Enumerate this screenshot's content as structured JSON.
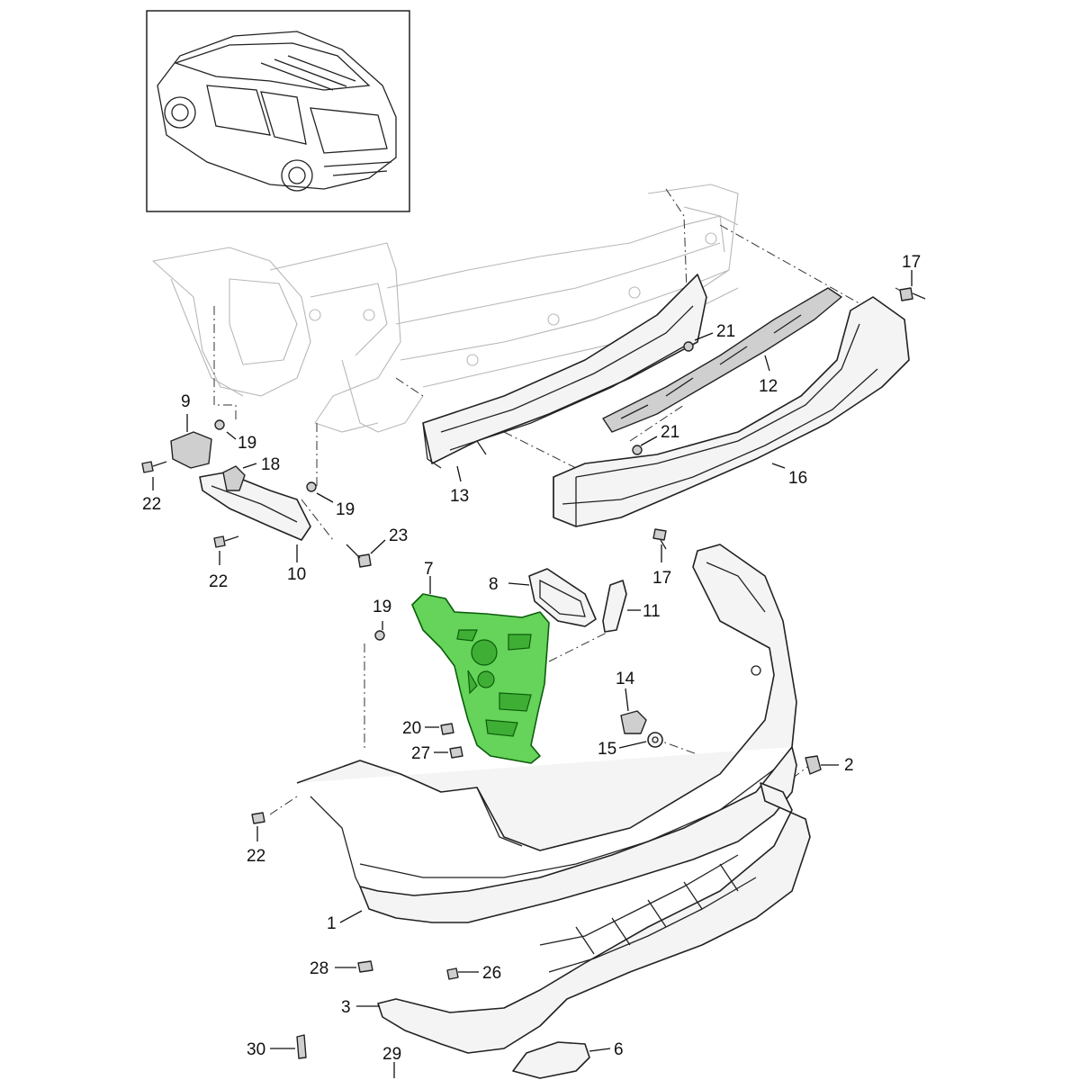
{
  "callouts": [
    "1",
    "2",
    "3",
    "6",
    "7",
    "8",
    "9",
    "10",
    "11",
    "12",
    "13",
    "14",
    "15",
    "16",
    "17",
    "18",
    "19",
    "20",
    "21",
    "22",
    "23",
    "26",
    "27",
    "28",
    "29",
    "30"
  ],
  "colors": {
    "highlight": "#66d35a",
    "highlight_stroke": "#0b5e0b",
    "ink": "#111111",
    "ghost": "#b8b8b8"
  }
}
